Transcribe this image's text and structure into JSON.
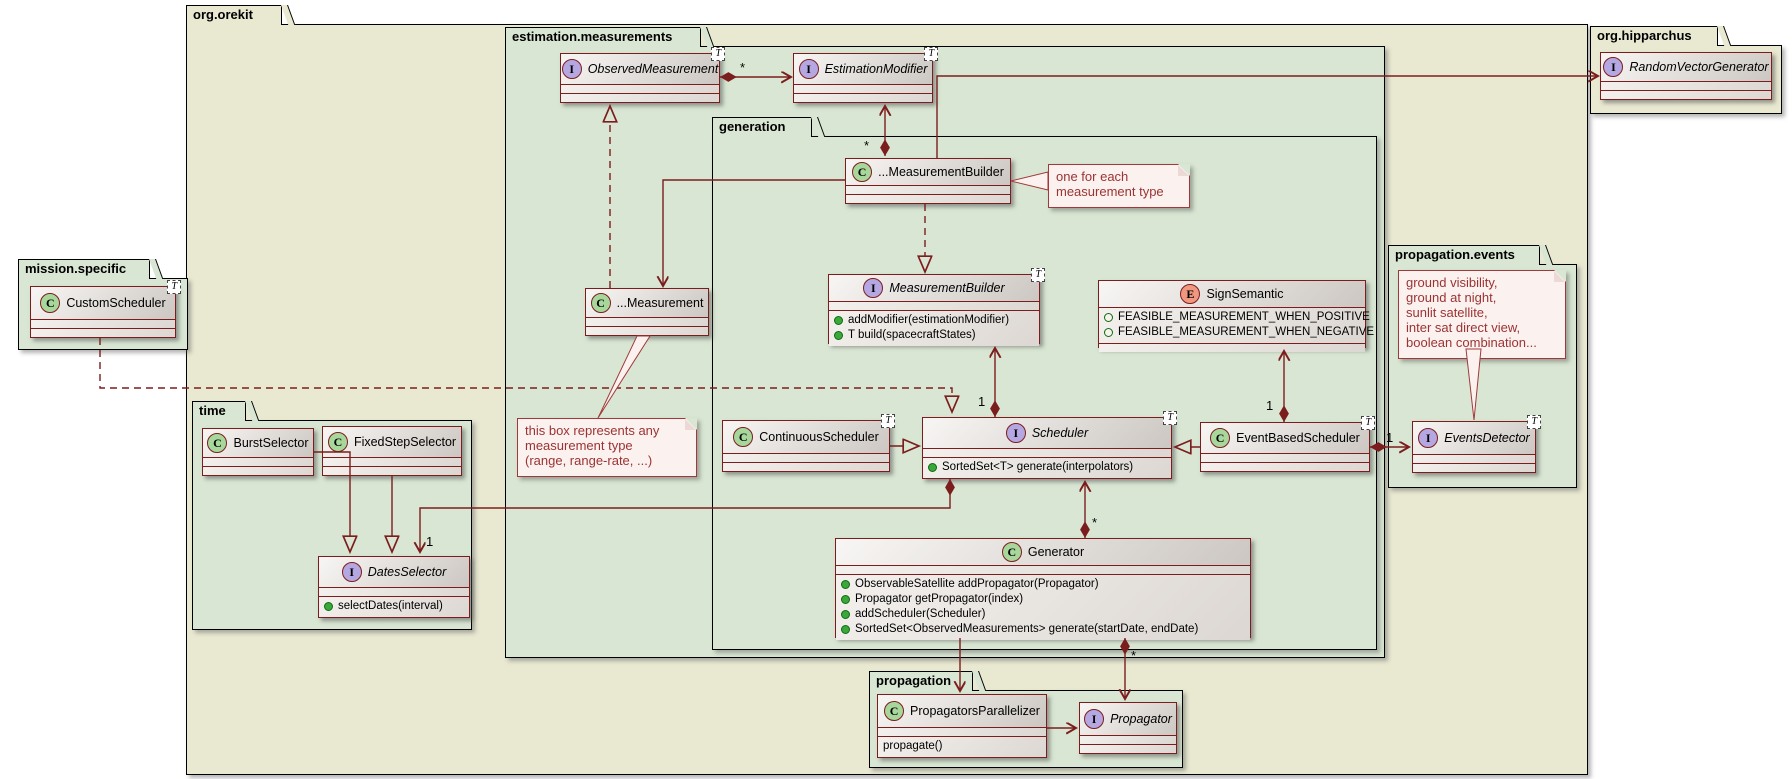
{
  "packages": {
    "org_orekit": {
      "label": "org.orekit"
    },
    "estimation_measurements": {
      "label": "estimation.measurements"
    },
    "generation": {
      "label": "generation"
    },
    "time": {
      "label": "time"
    },
    "mission_specific": {
      "label": "mission.specific"
    },
    "propagation": {
      "label": "propagation"
    },
    "propagation_events": {
      "label": "propagation.events"
    },
    "org_hipparchus": {
      "label": "org.hipparchus"
    }
  },
  "icons": {
    "class_letter": "C",
    "interface_letter": "I",
    "enum_letter": "E",
    "generic_marker": "T"
  },
  "classes": {
    "observed_measurement": {
      "kind": "interface",
      "name": "ObservedMeasurement"
    },
    "estimation_modifier": {
      "kind": "interface",
      "name": "EstimationModifier"
    },
    "random_vector_generator": {
      "kind": "interface",
      "name": "RandomVectorGenerator"
    },
    "dots_measurement_builder": {
      "kind": "class",
      "name": "...MeasurementBuilder"
    },
    "measurement_builder": {
      "kind": "interface",
      "name": "MeasurementBuilder",
      "methods": [
        "addModifier(estimationModifier)",
        "T build(spacecraftStates)"
      ]
    },
    "sign_semantic": {
      "kind": "enum",
      "name": "SignSemantic",
      "constants": [
        "FEASIBLE_MEASUREMENT_WHEN_POSITIVE",
        "FEASIBLE_MEASUREMENT_WHEN_NEGATIVE"
      ]
    },
    "dots_measurement": {
      "kind": "class",
      "name": "...Measurement"
    },
    "custom_scheduler": {
      "kind": "class",
      "name": "CustomScheduler"
    },
    "burst_selector": {
      "kind": "class",
      "name": "BurstSelector"
    },
    "fixed_step_selector": {
      "kind": "class",
      "name": "FixedStepSelector"
    },
    "dates_selector": {
      "kind": "interface",
      "name": "DatesSelector",
      "methods": [
        "selectDates(interval)"
      ]
    },
    "continuous_scheduler": {
      "kind": "class",
      "name": "ContinuousScheduler"
    },
    "scheduler": {
      "kind": "interface",
      "name": "Scheduler",
      "methods": [
        "SortedSet<T> generate(interpolators)"
      ]
    },
    "event_based_scheduler": {
      "kind": "class",
      "name": "EventBasedScheduler"
    },
    "events_detector": {
      "kind": "interface",
      "name": "EventsDetector"
    },
    "generator": {
      "kind": "class",
      "name": "Generator",
      "methods": [
        "ObservableSatellite addPropagator(Propagator)",
        "Propagator getPropagator(index)",
        "addScheduler(Scheduler)",
        "SortedSet<ObservedMeasurements> generate(startDate, endDate)"
      ]
    },
    "propagators_parallelizer": {
      "kind": "class",
      "name": "PropagatorsParallelizer",
      "methods": [
        "propagate()"
      ]
    },
    "propagator": {
      "kind": "interface",
      "name": "Propagator"
    }
  },
  "notes": {
    "one_for_each": {
      "lines": [
        "one for each",
        "measurement type"
      ]
    },
    "box_represents": {
      "lines": [
        "this box represents any",
        "measurement type",
        "(range, range-rate, ...)"
      ]
    },
    "events_list": {
      "lines": [
        "ground visibility,",
        "ground at night,",
        "sunlit satellite,",
        "inter sat direct view,",
        "boolean combination..."
      ]
    }
  },
  "multiplicities": {
    "observed_to_modifier": "*",
    "builder_to_modifier": "*",
    "scheduler_to_builder": "1",
    "scheduler_to_dates": "1",
    "ebs_to_sign": "1",
    "ebs_to_detector": "1",
    "generator_to_scheduler": "*",
    "generator_to_propagator": "*"
  },
  "colors": {
    "line_maroon": "#7c1d1d",
    "note_text": "#9c3333",
    "package_green": "#d9e6d3",
    "package_beige": "#e9e9d2",
    "class_icon": "#a8d79c",
    "interface_icon": "#b5a7e2",
    "enum_icon": "#ef977f"
  }
}
